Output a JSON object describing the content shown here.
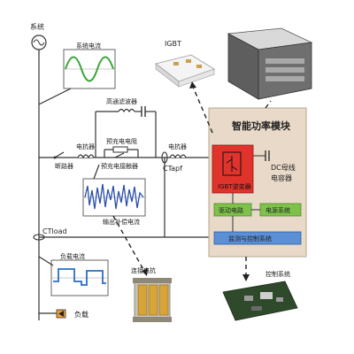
{
  "labels": {
    "system": "系统",
    "system_current": "系统电流",
    "high_pass_filter": "高通滤波器",
    "reactor_left": "电抗器",
    "breaker": "断路器",
    "precharge_resistor": "预充电电阻",
    "precharge_contactor": "预充电接触器",
    "reactor_right": "电抗器",
    "ctapf": "CTapf",
    "output_comp_current": "输出补偿电流",
    "ctload": "CTload",
    "load_current": "负载电流",
    "connect_reactor": "连接电抗",
    "load": "负载",
    "igbt": "IGBT",
    "smart_power_module": "智能功率模块",
    "igbt_inverter": "IGBT逆变器",
    "dc_bus_capacitor_line1": "DC母线",
    "dc_bus_capacitor_line2": "电容器",
    "drive_circuit": "驱动电路",
    "power_system": "电源系统",
    "monitor_control_system": "监测与控制系统",
    "control_system": "控制系统"
  },
  "colors": {
    "module_bg": "#e8d9c8",
    "inverter_red": "#e0332b",
    "drive_green": "#7ec24b",
    "power_green": "#7ec24b",
    "monitor_blue": "#5b8fd6",
    "system_wave": "#3aa63a",
    "load_wave": "#2a6fc4",
    "comp_wave": "#2a4fa8"
  },
  "icons": [
    "ac-source-icon",
    "breaker-icon",
    "reactor-icon",
    "capacitor-icon",
    "igbt-module-icon",
    "power-module-icon",
    "pcb-icon",
    "reactor-photo-icon",
    "load-icon"
  ]
}
